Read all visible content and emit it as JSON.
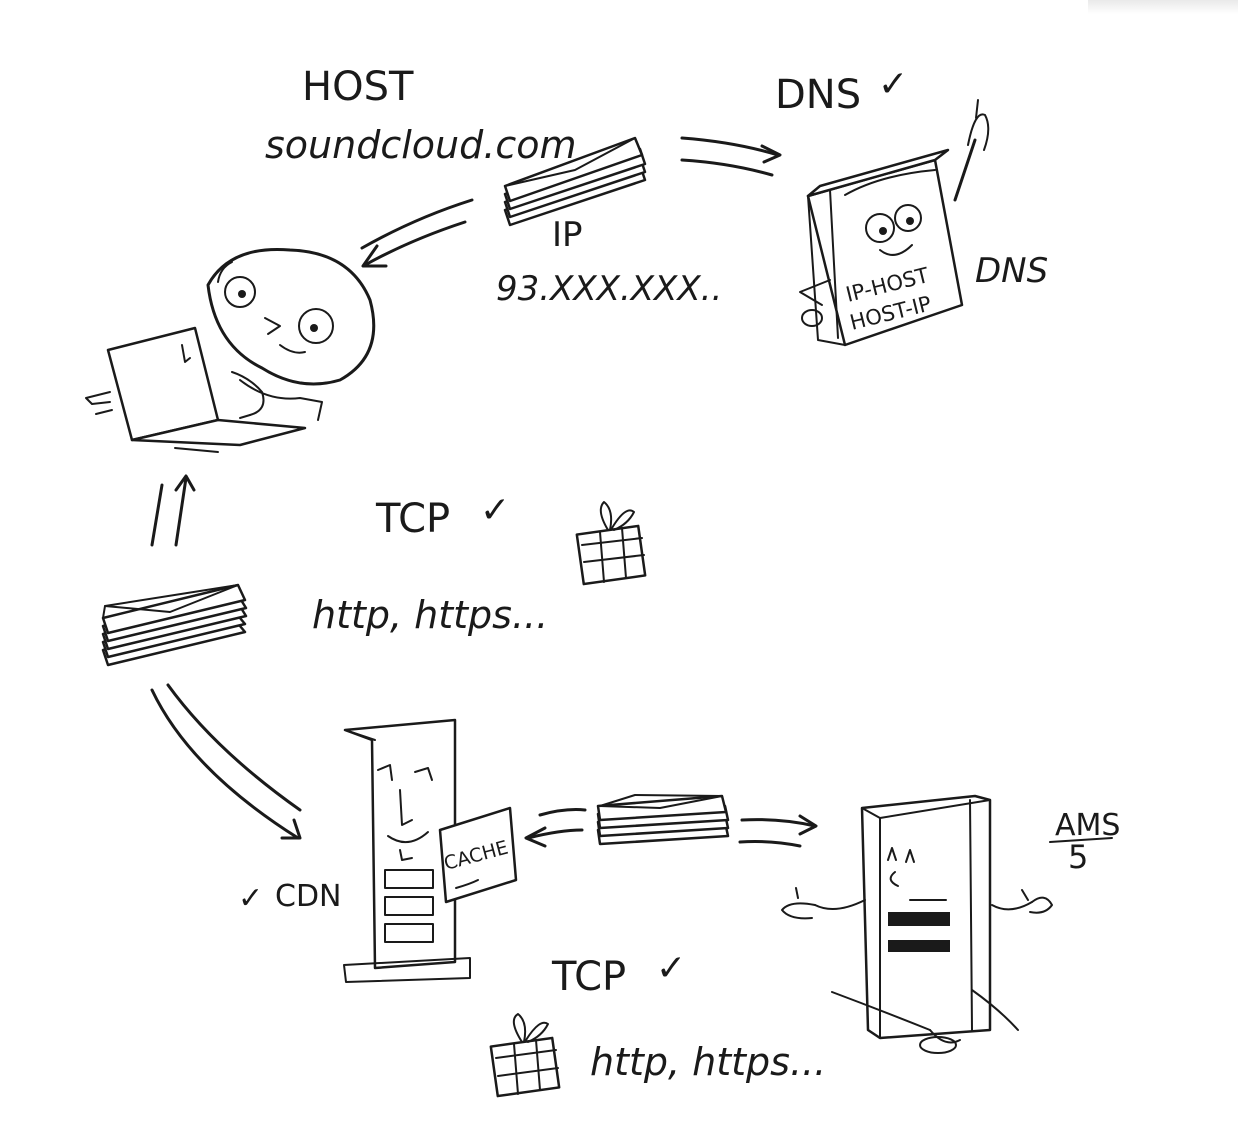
{
  "labels": {
    "host_title": "HOST",
    "host_domain": "soundcloud.com",
    "dns_check": "DNS",
    "dns_side": "DNS",
    "ip_title": "IP",
    "ip_value": "93.XXX.XXX..",
    "book_line1": "IP-HOST",
    "book_line2": "HOST-IP",
    "tcp_top": "TCP",
    "http_top": "http, https...",
    "cdn": "CDN",
    "cache": "CACHE",
    "tcp_bottom": "TCP",
    "http_bottom": "http, https...",
    "ams_line1": "AMS",
    "ams_line2": "5"
  },
  "checkmark": "✓",
  "ink_color": "#1a1a1a",
  "paper_color": "#ffffff"
}
